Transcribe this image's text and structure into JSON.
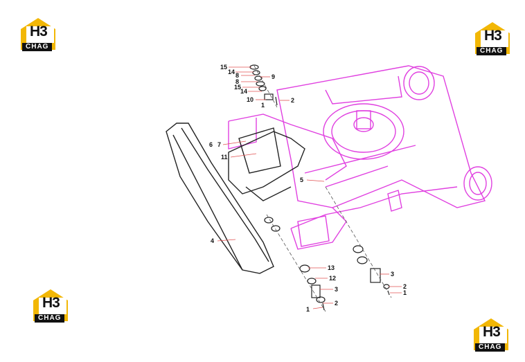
{
  "logo": {
    "code": "H3",
    "name": "CHAG"
  },
  "colors": {
    "frame": "#e040e0",
    "part": "#222222",
    "leader": "#e05050",
    "logo_accent": "#f2b705"
  },
  "callouts": [
    {
      "id": "c1",
      "text": "15"
    },
    {
      "id": "c2",
      "text": "14"
    },
    {
      "id": "c3",
      "text": "8"
    },
    {
      "id": "c4",
      "text": "9"
    },
    {
      "id": "c5",
      "text": "8"
    },
    {
      "id": "c6",
      "text": "15"
    },
    {
      "id": "c7",
      "text": "14"
    },
    {
      "id": "c8",
      "text": "10"
    },
    {
      "id": "c9",
      "text": "1"
    },
    {
      "id": "c10",
      "text": "2"
    },
    {
      "id": "c11",
      "text": "6"
    },
    {
      "id": "c12",
      "text": "7"
    },
    {
      "id": "c13",
      "text": "11"
    },
    {
      "id": "c14",
      "text": "5"
    },
    {
      "id": "c15",
      "text": "4"
    },
    {
      "id": "c16",
      "text": "13"
    },
    {
      "id": "c17",
      "text": "12"
    },
    {
      "id": "c18",
      "text": "3"
    },
    {
      "id": "c19",
      "text": "2"
    },
    {
      "id": "c20",
      "text": "1"
    },
    {
      "id": "c21",
      "text": "3"
    },
    {
      "id": "c22",
      "text": "2"
    },
    {
      "id": "c23",
      "text": "1"
    }
  ]
}
